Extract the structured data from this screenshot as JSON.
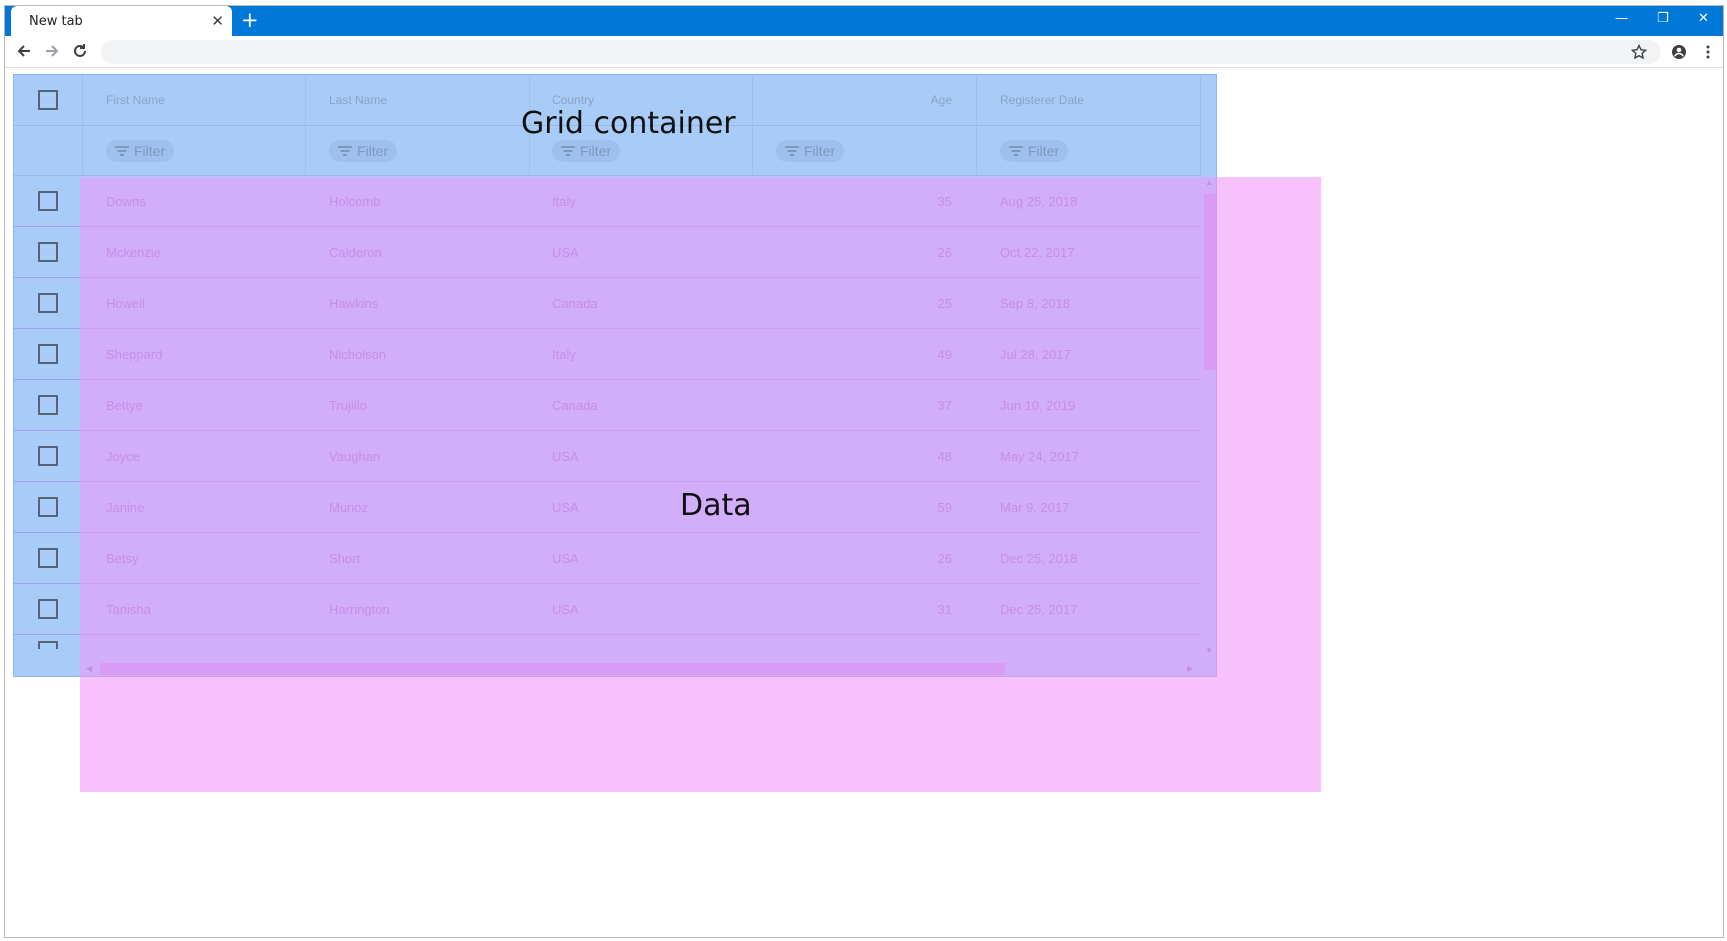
{
  "browser": {
    "tab_title": "New tab",
    "tab_close": "✕",
    "new_tab": "+",
    "minimize": "—",
    "restore": "❐",
    "close": "✕",
    "address": ""
  },
  "grid": {
    "columns": [
      "First Name",
      "Last Name",
      "Country",
      "Age",
      "Registerer Date"
    ],
    "filter_label": "Filter",
    "rows": [
      [
        "Downs",
        "Holcomb",
        "Italy",
        "35",
        "Aug 25, 2018"
      ],
      [
        "Mckenzie",
        "Calderon",
        "USA",
        "26",
        "Oct 22, 2017"
      ],
      [
        "Howell",
        "Hawkins",
        "Canada",
        "25",
        "Sep 8, 2018"
      ],
      [
        "Sheppard",
        "Nicholson",
        "Italy",
        "49",
        "Jul 28, 2017"
      ],
      [
        "Bettye",
        "Trujillo",
        "Canada",
        "37",
        "Jun 10, 2019"
      ],
      [
        "Joyce",
        "Vaughan",
        "USA",
        "48",
        "May 24, 2017"
      ],
      [
        "Janine",
        "Munoz",
        "USA",
        "59",
        "Mar 9, 2017"
      ],
      [
        "Betsy",
        "Short",
        "USA",
        "26",
        "Dec 25, 2018"
      ],
      [
        "Tanisha",
        "Harrington",
        "USA",
        "31",
        "Dec 25, 2017"
      ]
    ]
  },
  "overlay_labels": {
    "grid_container": "Grid container",
    "data": "Data"
  },
  "colors": {
    "titlebar": "#0078d7",
    "grid_overlay": "#a8ccf7",
    "data_overlay": "#f296fa"
  }
}
